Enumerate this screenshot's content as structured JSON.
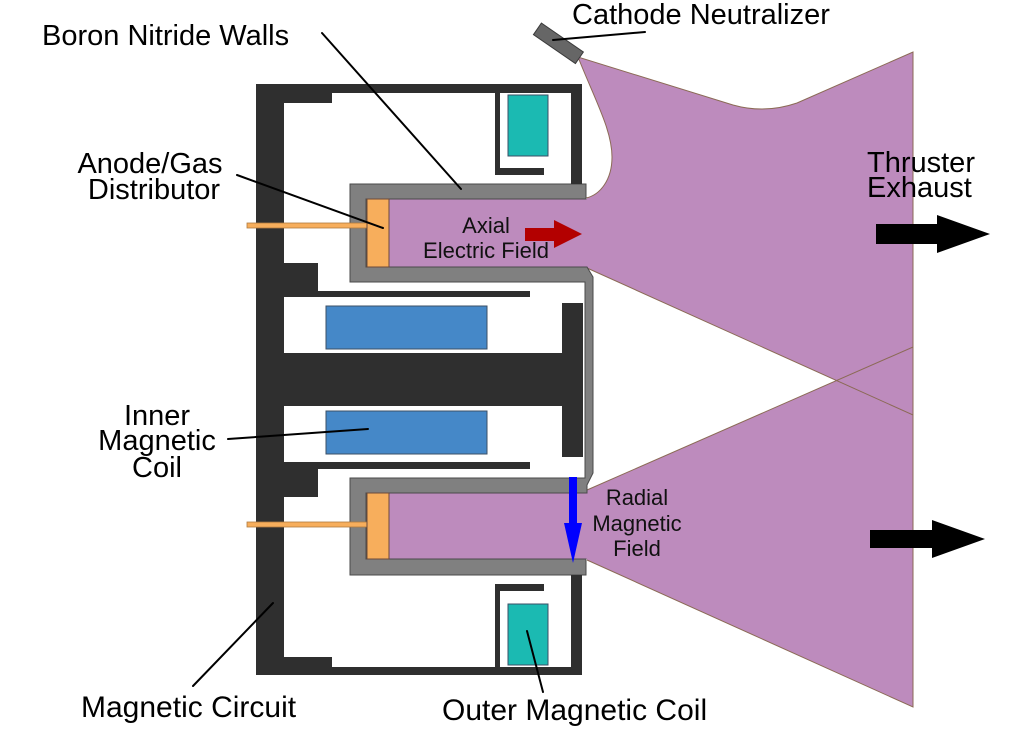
{
  "labels": {
    "boron_nitride_walls": "Boron Nitride Walls",
    "cathode_neutralizer": "Cathode Neutralizer",
    "anode_gas_distributor": [
      "Anode/Gas",
      "Distributor"
    ],
    "inner_magnetic_coil": [
      "Inner",
      "Magnetic",
      "Coil"
    ],
    "thruster_exhaust": [
      "Thruster",
      "Exhaust"
    ],
    "axial_electric_field": [
      "Axial",
      "Electric Field"
    ],
    "radial_magnetic_field": [
      "Radial",
      "Magnetic",
      "Field"
    ],
    "magnetic_circuit": "Magnetic Circuit",
    "outer_magnetic_coil": "Outer Magnetic Coil"
  },
  "colors": {
    "magnetic_circuit": "#2f2f2f",
    "boron_nitride_walls": "#808080",
    "plasma": "#bd8bbd",
    "anode": "#f7ae5c",
    "inner_coil": "#4588c8",
    "outer_coil": "#1bbab2",
    "cathode": "#666666",
    "electric_field_arrow": "#b30000",
    "magnetic_field_arrow": "#0000ff",
    "exhaust_arrow": "#000000"
  }
}
